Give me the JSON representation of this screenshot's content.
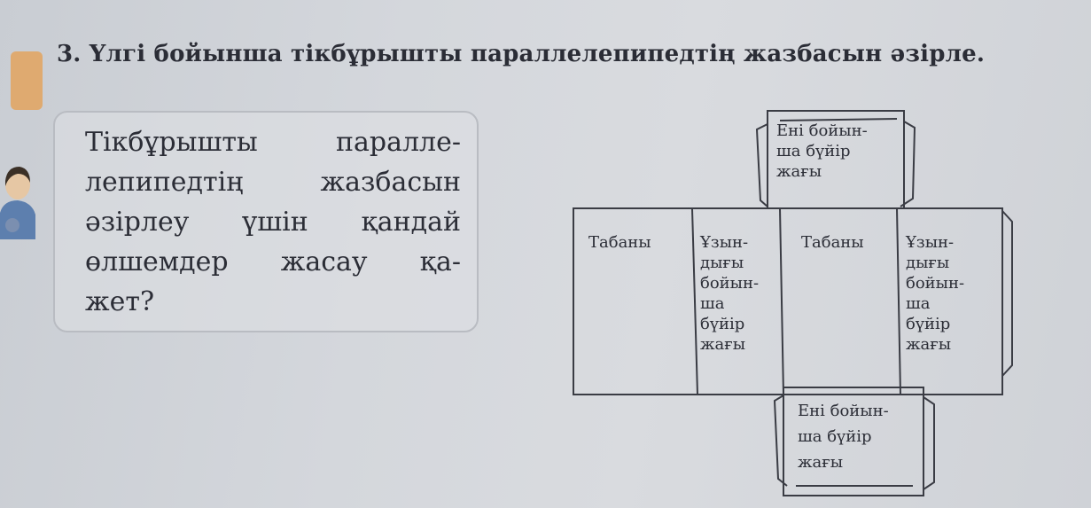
{
  "task": {
    "title": "3. Үлгі бойынша тікбұрышты параллелепипедтің жазбасын әзірле."
  },
  "question": {
    "lines": [
      "Тікбұрышты паралле-",
      "лепипедтің жазбасын",
      "әзірлеу үшін қандай",
      "өлшемдер жасау қа-",
      "жет?"
    ]
  },
  "net": {
    "top_face": [
      "Ені бойын-",
      "ша бүйір",
      "жағы"
    ],
    "base_left": "Табаны",
    "length_left": [
      "Ұзын-",
      "дығы",
      "бойын-",
      "ша",
      "бүйір",
      "жағы"
    ],
    "base_center": "Табаны",
    "length_right": [
      "Ұзын-",
      "дығы",
      "бойын-",
      "ша",
      "бүйір",
      "жағы"
    ],
    "bottom_face": [
      "Ені бойын-",
      "ша бүйір",
      "жағы"
    ]
  },
  "colors": {
    "ink": "#2b2d36",
    "accent_tab": "#e3a35e",
    "line": "#3a3c44"
  }
}
